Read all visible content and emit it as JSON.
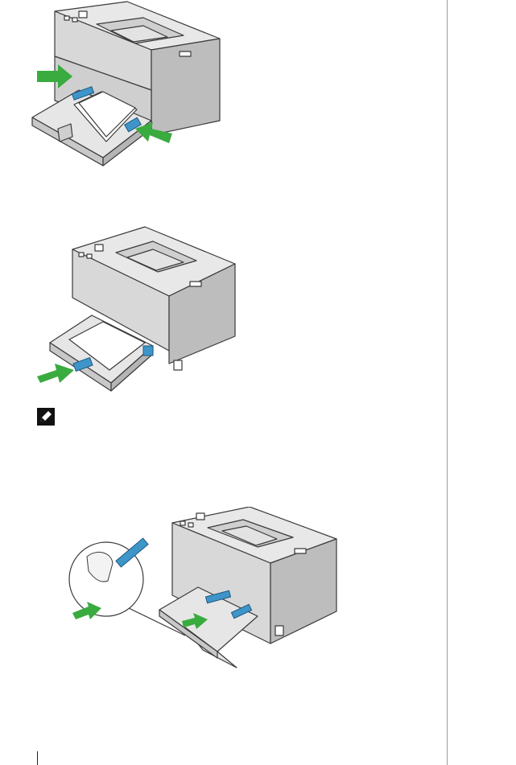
{
  "page": {
    "figures": [
      {
        "name": "printer-guide-adjust"
      },
      {
        "name": "printer-tray-slide"
      },
      {
        "name": "printer-tray-length"
      }
    ],
    "icons": {
      "note": "pencil-note-icon",
      "arrow": "green-arrow-icon"
    },
    "colors": {
      "arrow": "#3aab3f",
      "guide": "#3e95c9",
      "body": "#d4d4d4",
      "outline": "#3a3a3a"
    }
  }
}
